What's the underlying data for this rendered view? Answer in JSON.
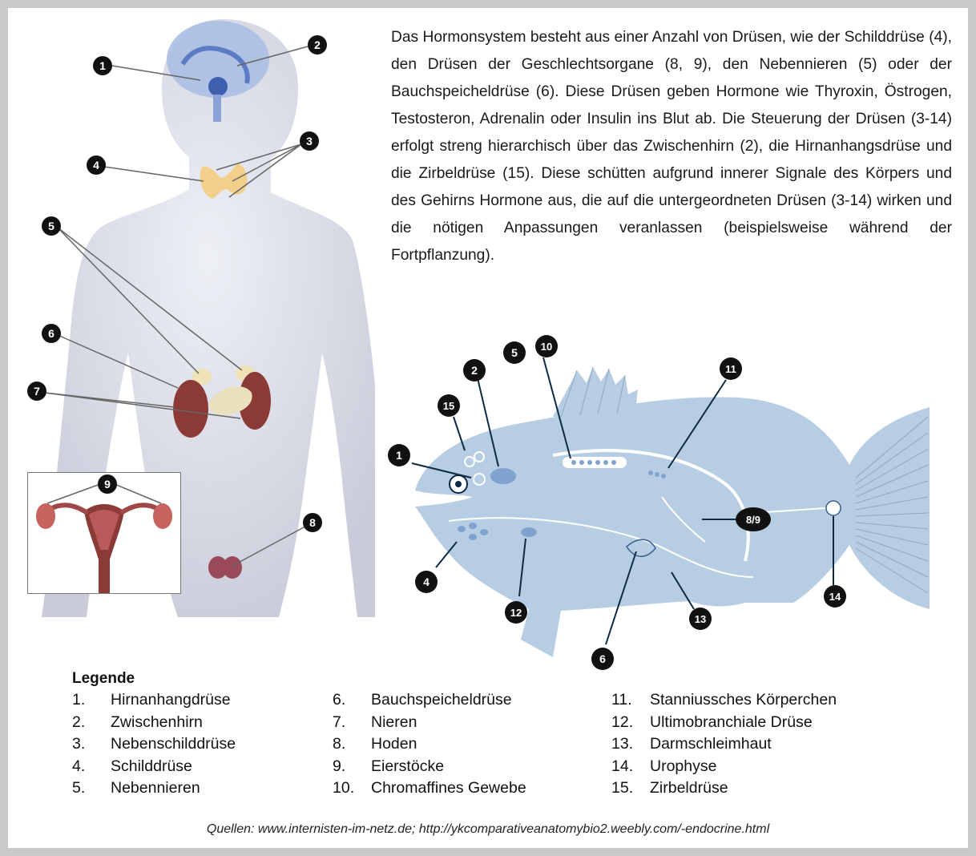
{
  "description": "Das Hormonsystem besteht aus einer Anzahl von Drüsen, wie der Schilddrüse (4), den Drüsen der Geschlechtsorgane (8, 9), den Nebennieren (5) oder der Bauchspeicheldrüse (6). Diese Drüsen geben Hormone wie Thyroxin, Östrogen, Testosteron, Adrenalin oder Insulin ins Blut ab. Die Steuerung der Drüsen (3-14) erfolgt streng hierarchisch über das Zwischenhirn (2), die Hirnanhangsdrüse und die Zirbeldrüse (15). Diese schütten aufgrund innerer Signale des Körpers und des Gehirns Hormone aus, die auf die untergeordneten Drüsen (3-14) wirken und die nötigen Anpassungen veranlassen (beispielsweise während der Fortpflanzung).",
  "legend": {
    "title": "Legende",
    "columns": [
      [
        {
          "num": "1.",
          "label": "Hirnanhangdrüse"
        },
        {
          "num": "2.",
          "label": "Zwischenhirn"
        },
        {
          "num": "3.",
          "label": "Nebenschilddrüse"
        },
        {
          "num": "4.",
          "label": "Schilddrüse"
        },
        {
          "num": "5.",
          "label": "Nebennieren"
        }
      ],
      [
        {
          "num": "6.",
          "label": "Bauchspeicheldrüse"
        },
        {
          "num": "7.",
          "label": "Nieren"
        },
        {
          "num": "8.",
          "label": "Hoden"
        },
        {
          "num": "9.",
          "label": "Eierstöcke"
        },
        {
          "num": "10.",
          "label": "Chromaffines Gewebe"
        }
      ],
      [
        {
          "num": "11.",
          "label": "Stanniussches Körperchen"
        },
        {
          "num": "12.",
          "label": "Ultimobranchiale Drüse"
        },
        {
          "num": "13.",
          "label": "Darmschleimhaut"
        },
        {
          "num": "14.",
          "label": "Urophyse"
        },
        {
          "num": "15.",
          "label": "Zirbeldrüse"
        }
      ]
    ]
  },
  "sources": "Quellen: www.internisten-im-netz.de; http://ykcomparativeanatomybio2.weebly.com/-endocrine.html",
  "human_markers": [
    "1",
    "2",
    "3",
    "4",
    "5",
    "6",
    "7",
    "8",
    "9"
  ],
  "fish_markers": [
    "1",
    "2",
    "4",
    "5",
    "6",
    "8/9",
    "10",
    "11",
    "12",
    "13",
    "14",
    "15"
  ],
  "colors": {
    "background": "#c9c9c9",
    "body": "#dfe0ea",
    "fish": "#b6cde3",
    "badge": "#111111",
    "thyroid": "#f2cf8a",
    "kidney": "#8b3a35",
    "brain": "#5b7cc4"
  }
}
